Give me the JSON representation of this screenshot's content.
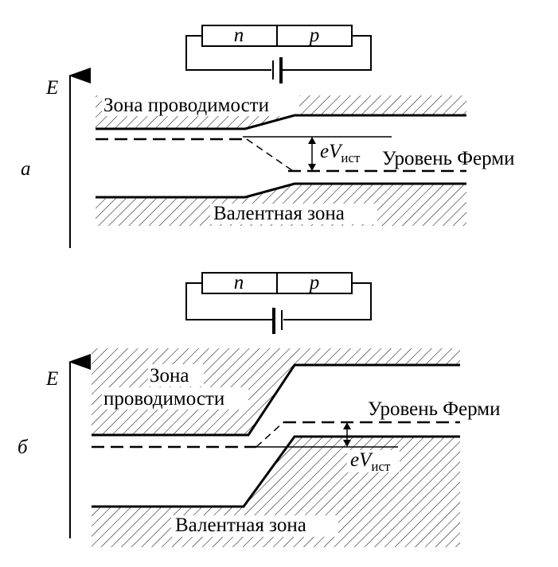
{
  "panel_a": {
    "panel_label": "а",
    "energy_axis": "E",
    "n_label": "n",
    "p_label": "p",
    "conduction_band": "Зона проводимости",
    "valence_band": "Валентная зона",
    "fermi_level": "Уровень Ферми",
    "voltage_e": "eV",
    "voltage_sub": "ист"
  },
  "panel_b": {
    "panel_label": "б",
    "energy_axis": "E",
    "n_label": "n",
    "p_label": "p",
    "conduction_band_line1": "Зона",
    "conduction_band_line2": "проводимости",
    "valence_band": "Валентная зона",
    "fermi_level": "Уровень Ферми",
    "voltage_e": "eV",
    "voltage_sub": "ист"
  }
}
